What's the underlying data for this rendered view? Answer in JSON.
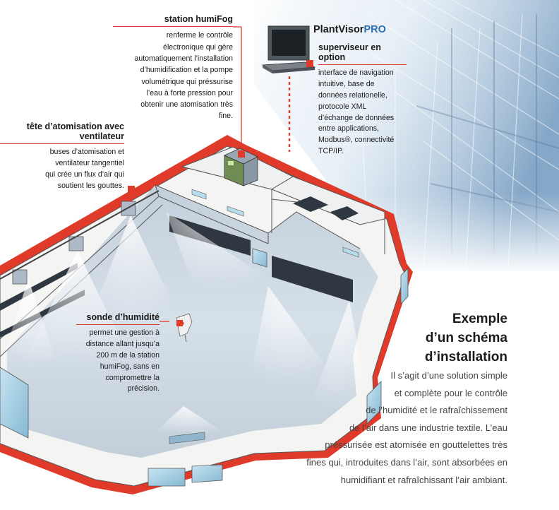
{
  "callouts": {
    "humifog": {
      "title": "station humiFog",
      "lines": [
        "renferme le contrôle",
        "électronique qui gère",
        "automatiquement l’installation",
        "d’humidification et la pompe",
        "volumétrique qui préssurise",
        "l’eau à forte pression pour",
        "obtenir une atomisation très",
        "fine."
      ]
    },
    "tete": {
      "title_lines": [
        "tête d’atomisation avec",
        "ventilateur"
      ],
      "lines": [
        "buses d’atomisation et",
        "ventilateur tangentiel",
        "qui crée un flux d’air qui",
        "soutient les gouttes."
      ]
    },
    "sonde": {
      "title": "sonde d’humidité",
      "lines": [
        "permet une gestion à",
        "distance allant jusqu’a",
        "200 m de la station",
        "humiFog, sans en",
        "compromettre la",
        "précision."
      ]
    },
    "plantvisor": {
      "brand_a": "PlantVisor",
      "brand_b": "PRO",
      "title_lines": [
        "superviseur en",
        "option"
      ],
      "lines": [
        "interface de navigation",
        "intuitive, base de",
        "données relationelle,",
        "protocole XML",
        "d’échange de données",
        "entre applications,",
        "Modbus®, connectivité",
        "TCP/IP."
      ]
    }
  },
  "heading": [
    "Exemple",
    "d’un schéma",
    "d’installation"
  ],
  "body": [
    "Il s’agit d’une solution simple",
    "et complète pour le contrôle",
    "de l’humidité et le rafraîchissement",
    "de l’air dans une industrie textile. L’eau",
    "préssurisée est atomisée en gouttelettes très",
    "fines qui, introduites dans l’air, sont absorbées en",
    "humidifiant et rafraîchissant l’air ambiant."
  ],
  "colors": {
    "accent": "#e03a2a",
    "brand_blue": "#2b6db0",
    "text": "#1a1a1a"
  },
  "icons": [
    "monitor-icon",
    "humidity-sensor-icon",
    "control-cabinet-icon",
    "atomizer-head-icon"
  ]
}
